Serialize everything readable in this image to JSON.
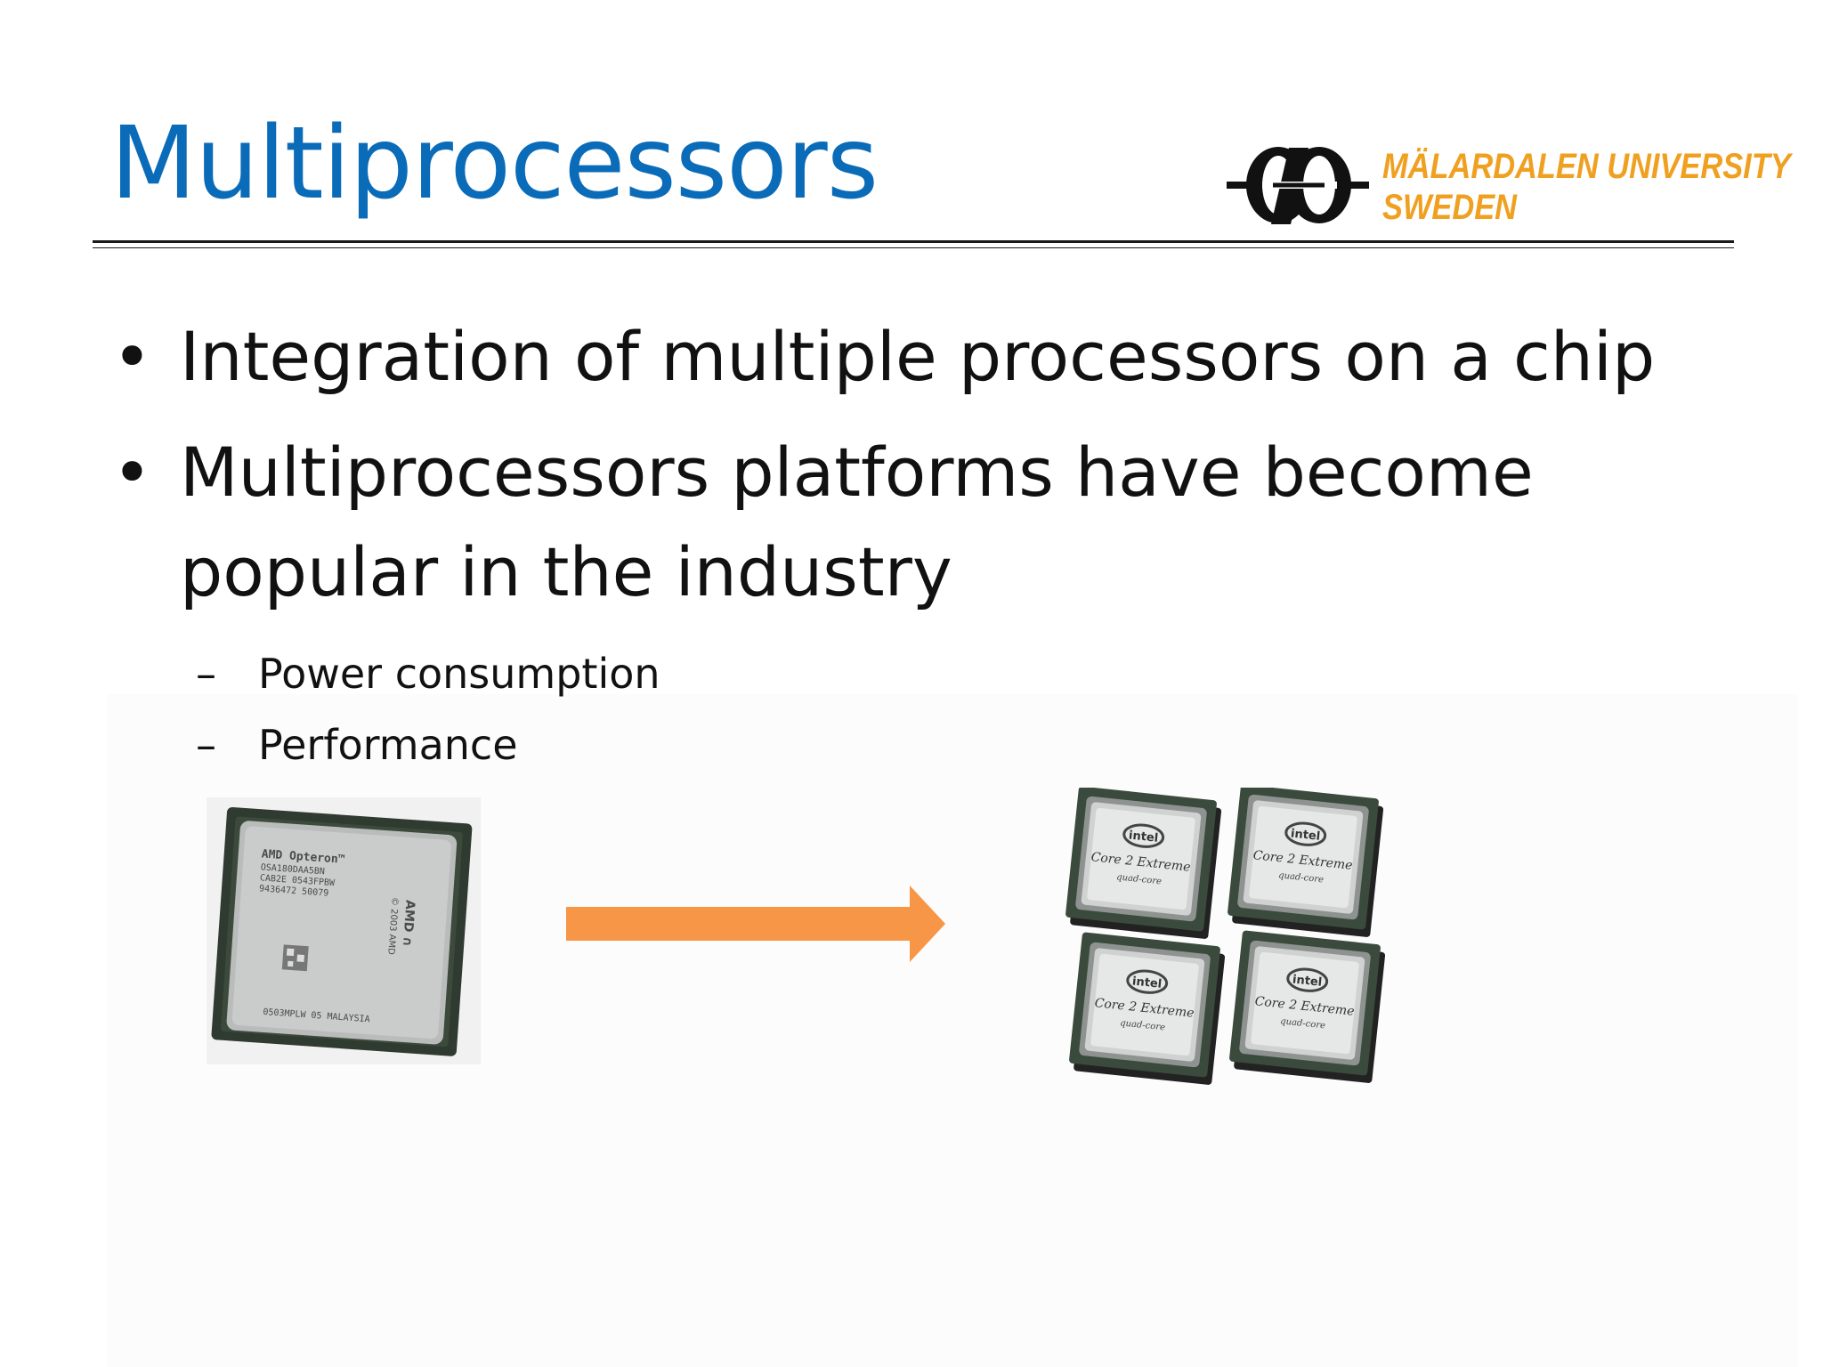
{
  "slide": {
    "title": "Multiprocessors",
    "logo": {
      "line1": "MÄLARDALEN UNIVERSITY",
      "line2": "SWEDEN",
      "accent_color": "#f0a020"
    },
    "bullets": [
      "Integration of multiple processors on a chip",
      "Multiprocessors platforms have become popular in the industry"
    ],
    "sub_bullets": [
      "Power consumption",
      "Performance"
    ],
    "arrow_color": "#f79646",
    "title_color": "#0a6bb8",
    "single_chip": {
      "icon": "amd-opteron-chip-image",
      "markings": [
        "AMD Opteron™",
        "OSA180DAA5BN",
        "CAB2E 0543FPBW",
        "9436472 50079",
        "AMD ∩",
        "© 2003 AMD",
        "0503MPLW 05 MALAYSIA"
      ]
    },
    "quad_chips": {
      "icon": "intel-core2-extreme-chip-image",
      "labels": [
        "intel",
        "Core 2 Extreme",
        "quad-core"
      ]
    }
  }
}
